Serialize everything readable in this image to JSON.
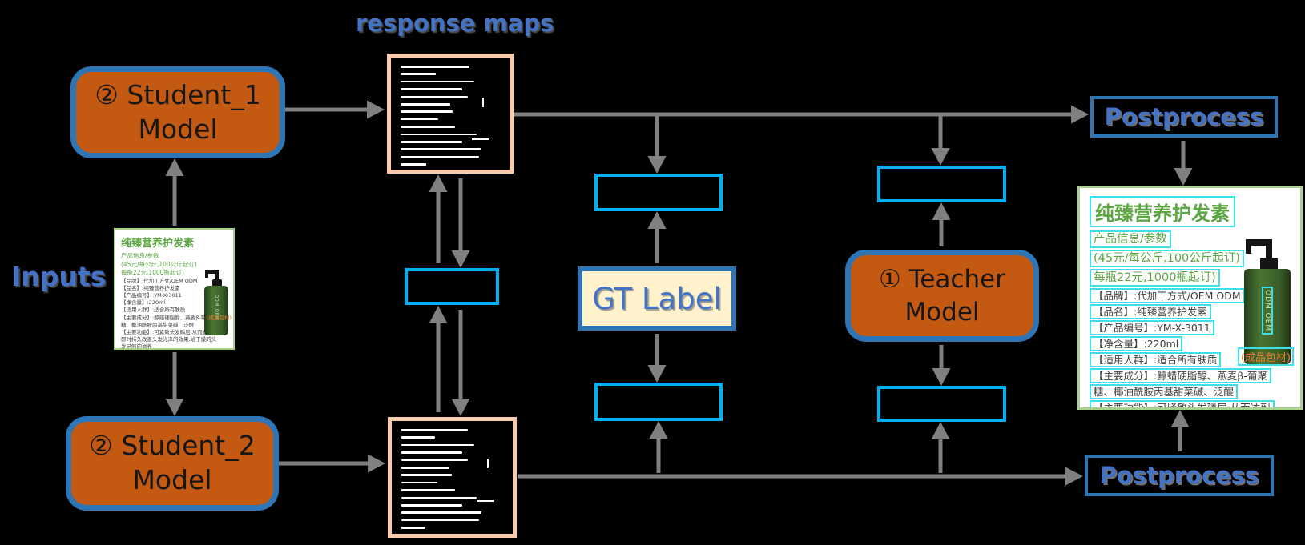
{
  "colors": {
    "background": "#000000",
    "node_fill": "#C45911",
    "node_border": "#2E75B6",
    "loss_box_border": "#00B0F0",
    "map_border": "#F8CBAD",
    "arrow": "#808080",
    "blue_text": "#4472C4",
    "gt_fill": "#FFF2CC",
    "card_border": "#A9D18E",
    "green_text": "#5DA644",
    "ocr_box": "#3EDFE9",
    "orange_note": "#ED7D31"
  },
  "labels": {
    "response_maps": "response maps",
    "inputs": "Inputs"
  },
  "nodes": {
    "student1": "② Student_1 Model",
    "student2": "② Student_2 Model",
    "teacher": "① Teacher Model",
    "gt_label": "GT Label",
    "postprocess_top": "Postprocess",
    "postprocess_bottom": "Postprocess"
  },
  "product_card": {
    "title": "纯臻营养护发素",
    "green_lines": [
      "产品信息/参数",
      "(45元/每公斤,100公斤起订)",
      "每瓶22元,1000瓶起订)"
    ],
    "detail_lines": [
      "【品牌】:代加工方式/OEM ODM",
      "【品名】:纯臻营养护发素",
      "【产品编号】:YM-X-3011",
      "【净含量】:220ml",
      "【适用人群】:适合所有肤质",
      "【主要成分】:鲸蜡硬脂醇、燕麦β-葡聚",
      "糖、椰油酰胺丙基甜菜碱、泛醌",
      "【主要功能】:可紧致头发磷层,从而达到",
      "即时持久改善头发光泽的效果,给干燥的头",
      "发足够的滋养"
    ],
    "packaging_note": "(成品包材)",
    "bottle_text": "ODM OEM"
  },
  "response_maps": {
    "top": {
      "lines": [
        58,
        30,
        62,
        52,
        57,
        42,
        44,
        32,
        46,
        64,
        52,
        68,
        66,
        22
      ],
      "ticks": [
        {
          "x": 77,
          "y": 36,
          "w": 2,
          "h": 12
        },
        {
          "x": 68,
          "y": 72,
          "w": 22,
          "h": 2
        }
      ]
    },
    "bottom": {
      "lines": [
        55,
        28,
        60,
        50,
        55,
        40,
        42,
        30,
        44,
        62,
        50,
        66,
        64,
        20
      ],
      "ticks": [
        {
          "x": 79,
          "y": 33,
          "w": 2,
          "h": 12
        },
        {
          "x": 70,
          "y": 70,
          "w": 22,
          "h": 2
        }
      ]
    }
  },
  "arrows": [
    [
      356,
      137,
      474,
      137
    ],
    [
      348,
      579,
      475,
      579
    ],
    [
      218,
      282,
      218,
      204
    ],
    [
      218,
      440,
      218,
      514
    ],
    [
      547,
      329,
      547,
      224
    ],
    [
      575,
      223,
      575,
      329
    ],
    [
      547,
      515,
      547,
      388
    ],
    [
      575,
      387,
      575,
      514
    ],
    [
      641,
      143,
      1353,
      143
    ],
    [
      820,
      143,
      820,
      211
    ],
    [
      1174,
      143,
      1174,
      201
    ],
    [
      646,
      595,
      1346,
      595
    ],
    [
      822,
      591,
      822,
      532
    ],
    [
      1174,
      591,
      1174,
      533
    ],
    [
      820,
      329,
      820,
      270
    ],
    [
      820,
      417,
      820,
      472
    ],
    [
      1175,
      308,
      1175,
      259
    ],
    [
      1175,
      431,
      1175,
      476
    ],
    [
      1477,
      176,
      1477,
      226
    ],
    [
      1473,
      564,
      1473,
      518
    ]
  ]
}
